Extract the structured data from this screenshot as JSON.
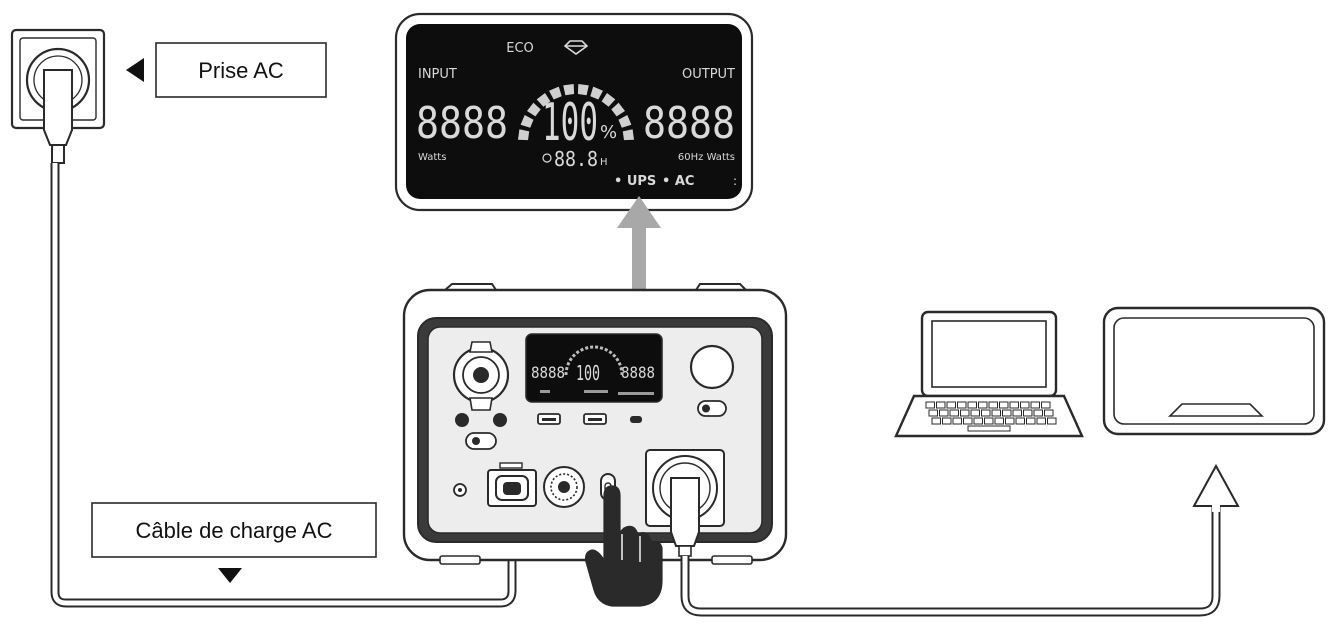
{
  "labels": {
    "ac_outlet": "Prise AC",
    "ac_cable": "Câble de charge AC"
  },
  "lcd": {
    "eco": "ECO",
    "input": "INPUT",
    "output": "OUTPUT",
    "input_value": "8888",
    "output_value": "8888",
    "percent": "100",
    "percent_sign": "%",
    "time": "88.8",
    "time_unit": "H",
    "input_unit": "Watts",
    "output_unit": "60Hz Watts",
    "ups": "• UPS",
    "ac": "• AC"
  },
  "small_lcd": {
    "input_value": "8888",
    "percent": "100",
    "output_value": "8888"
  },
  "colors": {
    "ink": "#2a2a2a",
    "lcd_bg": "#0d0d0d",
    "lcd_text": "#d9d9d9",
    "arrow_gray": "#a8a8a8"
  }
}
